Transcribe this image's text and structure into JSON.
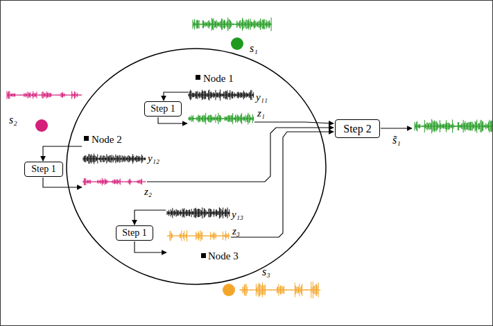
{
  "diagram": {
    "nodes": [
      {
        "text": [
          "Step 1"
        ]
      },
      {
        "text": [
          "Step 2"
        ]
      },
      {
        "text": [
          "Step 1"
        ]
      },
      {
        "text": [
          "Step 1"
        ]
      }
    ],
    "labels": [
      "s₁",
      "Node 1",
      "y₁₁",
      "z₁",
      "s₂",
      "Node 2",
      "s̃₁",
      "y₁₂",
      "z₂",
      "y₁₃",
      "z₃",
      "Node 3",
      "s₃"
    ]
  }
}
